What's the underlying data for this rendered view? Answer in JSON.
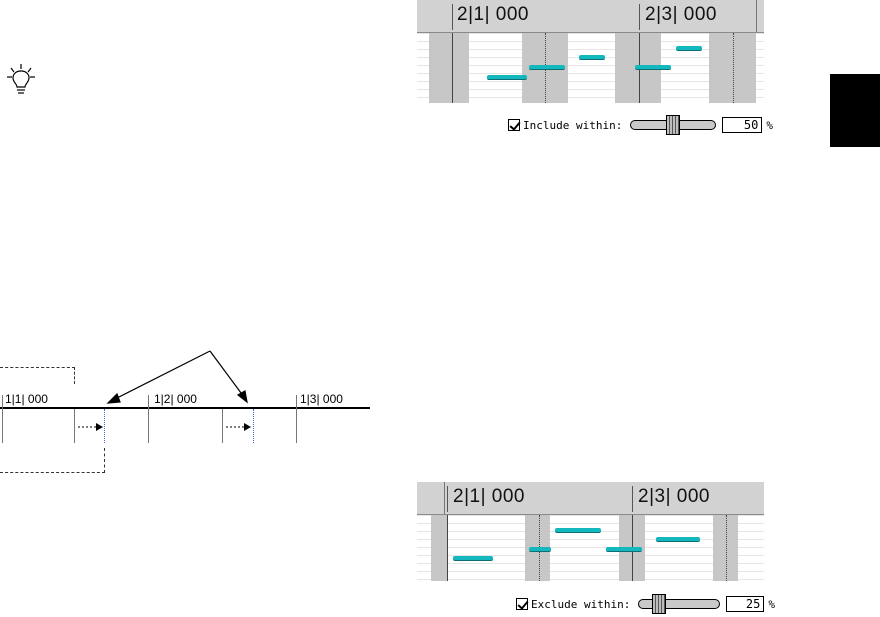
{
  "panel_top": {
    "ruler_labels": [
      "2|1| 000",
      "2|3| 000"
    ],
    "checkbox_label": "Include within:",
    "checked": true,
    "slider_value_percent": 50,
    "value": "50",
    "unit": "%"
  },
  "panel_bottom": {
    "ruler_labels": [
      "2|1| 000",
      "2|3| 000"
    ],
    "checkbox_label": "Exclude within:",
    "checked": true,
    "slider_value_percent": 25,
    "value": "25",
    "unit": "%"
  },
  "timeline": {
    "labels": [
      "1|1| 000",
      "1|2| 000",
      "1|3| 000"
    ]
  },
  "icons": {
    "tip": "lightbulb-icon"
  },
  "colors": {
    "note": "#12b8bd",
    "zone": "#c4c4c4",
    "ruler": "#d2d2d2",
    "side_tab": "#000000"
  }
}
